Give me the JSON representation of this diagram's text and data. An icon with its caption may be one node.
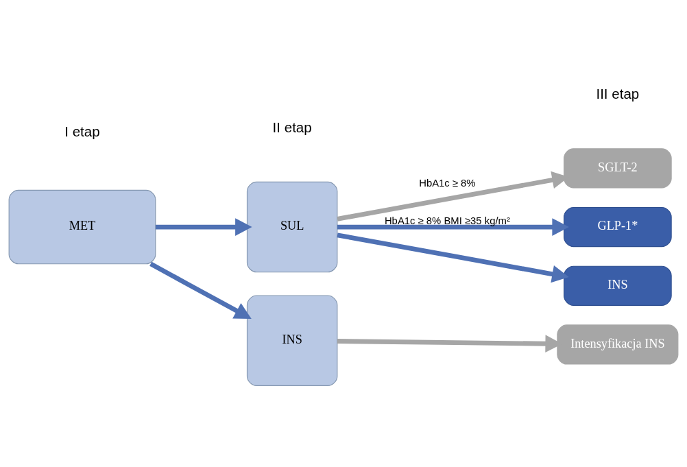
{
  "diagram": {
    "nodes": [
      {
        "text": [
          "MET"
        ]
      },
      {
        "text": [
          "SUL"
        ]
      },
      {
        "text": [
          "INS"
        ]
      },
      {
        "text": [
          "SGLT-2"
        ]
      },
      {
        "text": [
          "GLP-1*"
        ]
      },
      {
        "text": [
          "INS"
        ]
      },
      {
        "text": [
          "Intensyfikacja INS"
        ]
      }
    ],
    "edges": [
      {
        "from": 0,
        "to": 1,
        "arrow": "to"
      },
      {
        "from": 0,
        "to": 2,
        "arrow": "to"
      },
      {
        "from": 1,
        "to": 3,
        "arrow": "to",
        "label": "HbA1c ≥ 8%",
        "color": "#a6a6a6"
      },
      {
        "from": 1,
        "to": 4,
        "arrow": "to",
        "label": "HbA1c ≥ 8% BMI ≥35 kg/m²"
      },
      {
        "from": 1,
        "to": 5,
        "arrow": "to"
      },
      {
        "from": 2,
        "to": 6,
        "arrow": "to",
        "color": "#a6a6a6"
      }
    ],
    "labels": [
      "I etap",
      "II etap",
      "III etap"
    ]
  }
}
